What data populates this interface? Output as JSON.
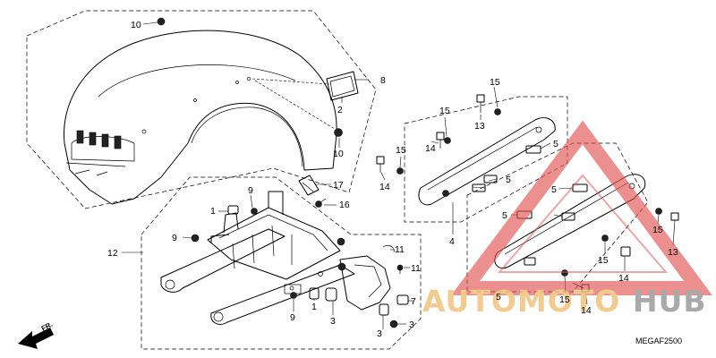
{
  "diagram": {
    "code": "MEGAF2500",
    "direction_label": "FR.",
    "watermark": {
      "part1": "AUTOMOTO",
      "part2": "HUB"
    },
    "callouts": [
      "10",
      "8",
      "2",
      "10",
      "17",
      "16",
      "9",
      "1",
      "9",
      "12",
      "11",
      "11",
      "7",
      "3",
      "1",
      "9",
      "3",
      "3",
      "15",
      "13",
      "15",
      "14",
      "15",
      "14",
      "5",
      "5",
      "5",
      "5",
      "4",
      "5",
      "15",
      "13",
      "15",
      "14",
      "15",
      "14"
    ]
  }
}
